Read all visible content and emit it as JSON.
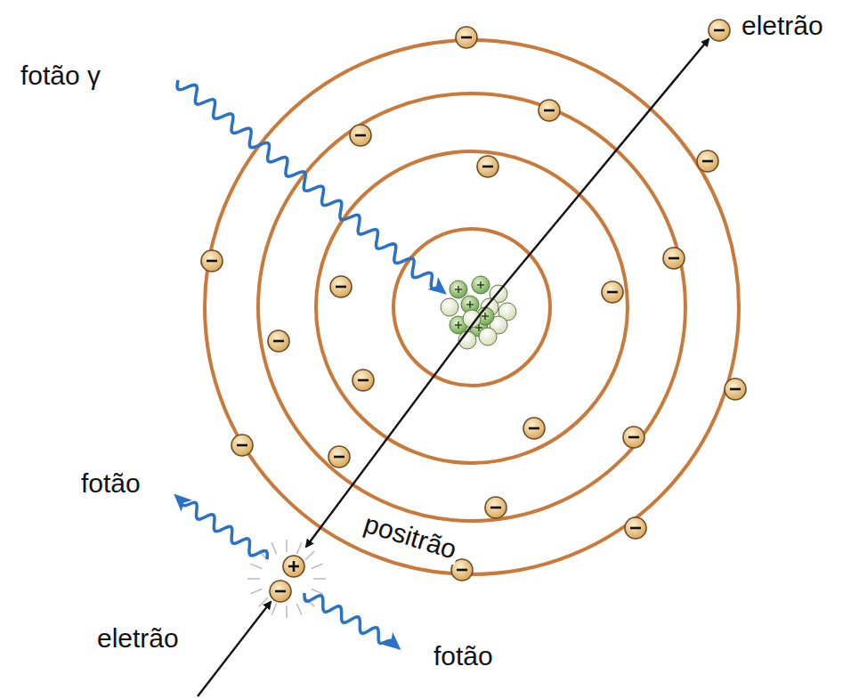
{
  "diagram": {
    "labels": [
      "fotão γ",
      "eletrão",
      "fotão",
      "positrão",
      "eletrão",
      "fotão"
    ]
  }
}
